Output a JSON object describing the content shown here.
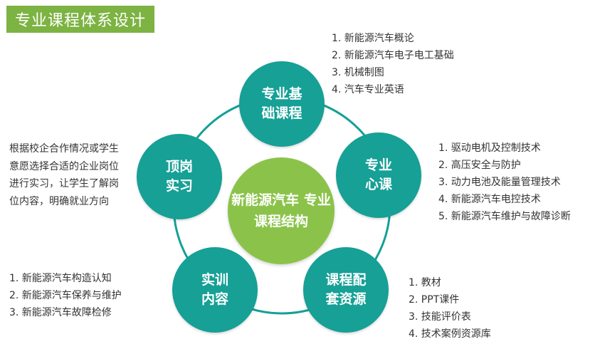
{
  "title": "专业课程体系设计",
  "center": {
    "line1": "新能源汽车",
    "line2": "专业课程结构"
  },
  "nodes": {
    "basic": {
      "line1": "专业基",
      "line2": "础课程"
    },
    "core": {
      "line1": "专业",
      "line2": "心课"
    },
    "resource": {
      "line1": "课程配",
      "line2": "套资源"
    },
    "training": {
      "line1": "实训",
      "line2": "内容"
    },
    "intern": {
      "line1": "顶岗",
      "line2": "实习"
    }
  },
  "lists": {
    "basic": [
      "1. 新能源汽车概论",
      "2. 新能源汽车电子电工基础",
      "3. 机械制图",
      "4. 汽车专业英语"
    ],
    "core": [
      "1. 驱动电机及控制技术",
      "2. 高压安全与防护",
      "3. 动力电池及能量管理技术",
      "4. 新能源汽车电控技术",
      "5. 新能源汽车维护与故障诊断"
    ],
    "resource": [
      "1. 教材",
      "2. PPT课件",
      "3. 技能评价表",
      "4. 技术案例资源库"
    ],
    "training": [
      "1. 新能源汽车构造认知",
      "2. 新能源汽车保养与维护",
      "3. 新能源汽车故障检修"
    ]
  },
  "intern_text": "根据校企合作情况或学生意愿选择合适的企业岗位进行实习，让学生了解岗位内容，明确就业方向",
  "colors": {
    "node": "#16a096",
    "center": "#8bc34a",
    "ring": "#16a096",
    "title_bg": "#7cb342"
  }
}
